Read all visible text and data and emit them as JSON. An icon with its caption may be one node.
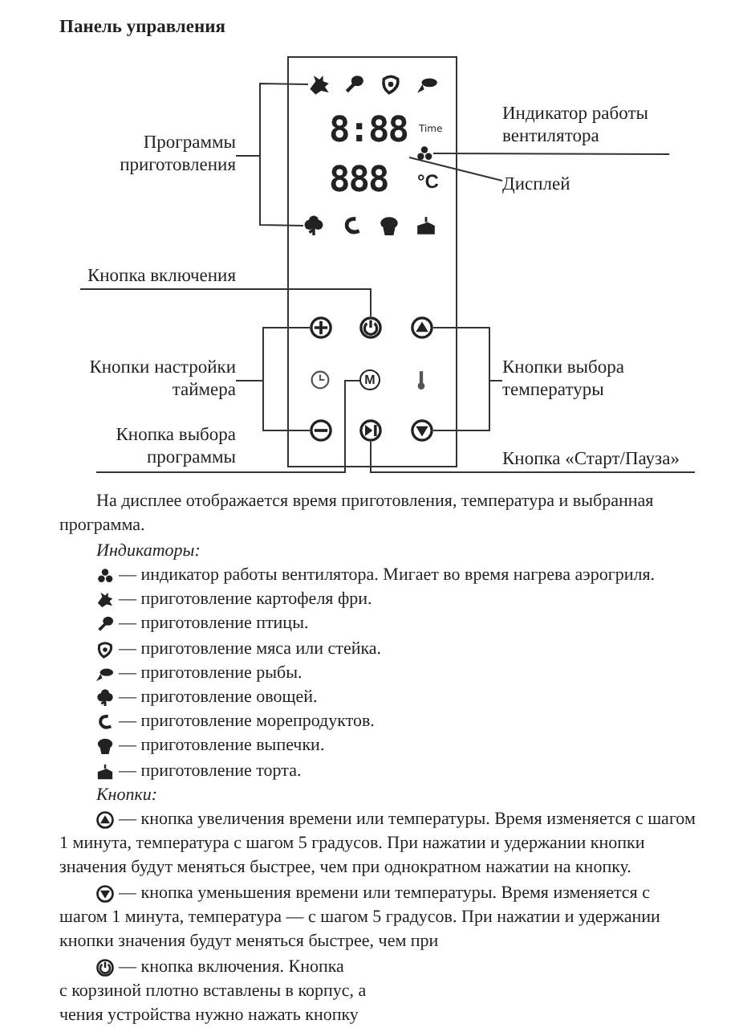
{
  "diagram": {
    "title": "Панель управления",
    "nodes": [
      {
        "text": [
          "Программы приготовления"
        ]
      },
      {
        "text": [],
        "shape": "picture"
      },
      {
        "text": [],
        "shape": "picture"
      },
      {
        "text": [
          "Индикатор работы вентилятора"
        ]
      },
      {
        "text": [],
        "shape": "picture"
      },
      {
        "text": [
          "Дисплей"
        ]
      },
      {
        "text": [
          "8:88",
          "888"
        ]
      },
      {
        "text": [
          "Кнопка включения"
        ]
      },
      {
        "text": [],
        "shape": "circle"
      },
      {
        "text": [
          "Кнопки настройки таймера"
        ]
      },
      {
        "text": [],
        "shape": "circle"
      },
      {
        "text": [],
        "shape": "circle"
      },
      {
        "text": [
          "Кнопки выбора температуры"
        ]
      },
      {
        "text": [],
        "shape": "circle"
      },
      {
        "text": [],
        "shape": "circle"
      },
      {
        "text": [
          "Кнопка выбора программы"
        ]
      },
      {
        "text": [
          "M"
        ]
      },
      {
        "text": [
          "Кнопка «Старт/Пауза»"
        ]
      },
      {
        "text": [],
        "shape": "circle"
      }
    ],
    "edges": [
      {
        "from": 0,
        "to": 1,
        "arrow": "none"
      },
      {
        "from": 0,
        "to": 2,
        "arrow": "none"
      },
      {
        "from": 3,
        "to": 4,
        "arrow": "none"
      },
      {
        "from": 5,
        "to": 6,
        "arrow": "none"
      },
      {
        "from": 7,
        "to": 8,
        "arrow": "none"
      },
      {
        "from": 9,
        "to": 10,
        "arrow": "none"
      },
      {
        "from": 9,
        "to": 11,
        "arrow": "none"
      },
      {
        "from": 12,
        "to": 13,
        "arrow": "none"
      },
      {
        "from": 12,
        "to": 14,
        "arrow": "none"
      },
      {
        "from": 15,
        "to": 16,
        "arrow": "none"
      },
      {
        "from": 17,
        "to": 18,
        "arrow": "none"
      }
    ],
    "labels": [
      "Time",
      "°C",
      "На дисплее отображается время приготовления, температура и выбранная программа.",
      "Индикаторы:",
      "— индикатор работы вентилятора. Мигает во время нагрева аэрогриля.",
      "— приготовление картофеля фри.",
      "— приготовление птицы.",
      "— приготовление мяса или стейка.",
      "— приготовление рыбы.",
      "— приготовление овощей.",
      "— приготовление морепродуктов.",
      "— приготовление выпечки.",
      "— приготовление торта.",
      "Кнопки:",
      "— кнопка увеличения времени или температуры. Время изменяется с шагом 1 минута, температура с шагом 5 градусов. При нажатии и удержании кнопки значения будут меняться быстрее, чем при однократном нажатии на кнопку.",
      "— кнопка уменьшения времени или температуры. Время изменяется с шагом 1 минута, температура — с шагом 5 градусов. При нажатии и удержании кнопки значения будут меняться быстрее, чем при",
      "— кнопка включения. Кнопка",
      "с корзиной плотно вставлены в корпус, а",
      "чения устройства нужно нажать кнопку"
    ]
  }
}
